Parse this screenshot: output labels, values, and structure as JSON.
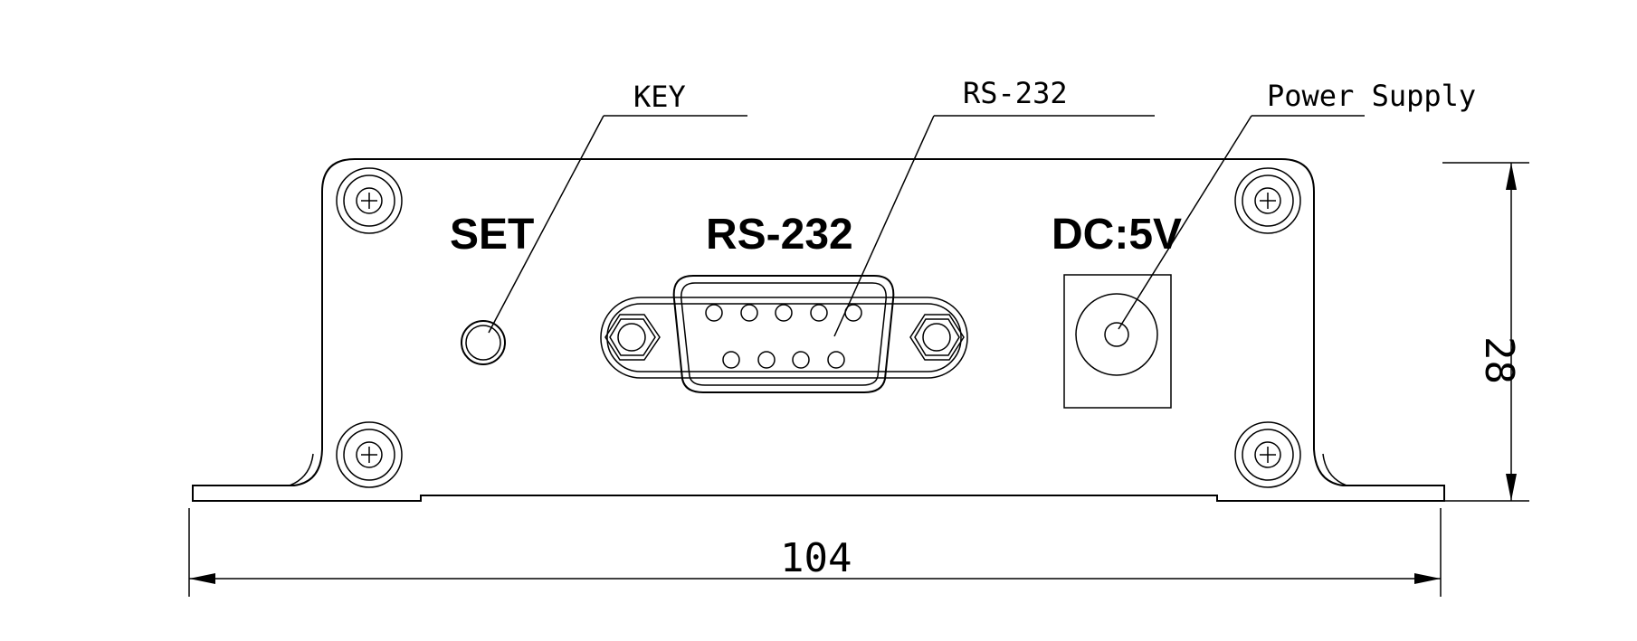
{
  "callouts": {
    "key": "KEY",
    "rs232": "RS-232",
    "power": "Power Supply"
  },
  "panel_labels": {
    "set": "SET",
    "rs232": "RS-232",
    "dc": "DC:5V"
  },
  "dimensions": {
    "width": "104",
    "height": "28"
  },
  "icons": {
    "screw": "phillips-screw-icon",
    "connector": "db9-connector-icon",
    "button": "key-button-icon",
    "jack": "dc-power-jack-icon"
  }
}
